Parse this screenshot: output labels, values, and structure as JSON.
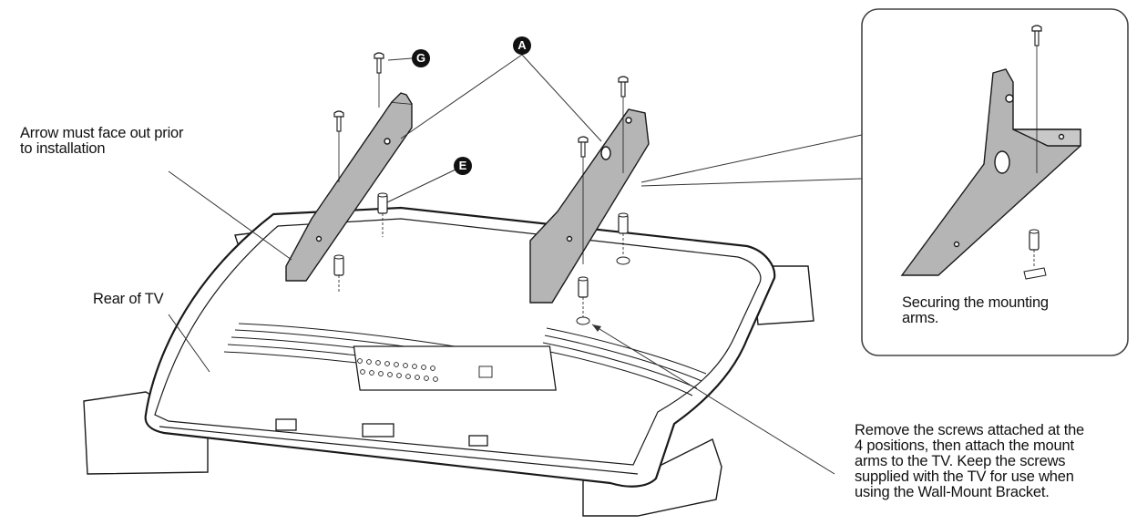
{
  "labels": {
    "arrow_note": [
      "Arrow must face out prior",
      "to installation"
    ],
    "rear_of_tv": "Rear of TV",
    "detail_caption": [
      "Securing the mounting",
      "arms."
    ],
    "remove_screws_note": [
      "Remove the screws attached at the",
      "4 positions, then attach the mount",
      "arms to the TV. Keep the screws",
      "supplied with the TV for use when",
      "using the Wall-Mount Bracket."
    ]
  },
  "callouts": {
    "a": "A",
    "g": "G",
    "e": "E"
  },
  "colors": {
    "line": "#1a1a1a",
    "bracket_fill": "#b5b5b5",
    "tv_fill": "#ffffff",
    "badge": "#111111"
  }
}
